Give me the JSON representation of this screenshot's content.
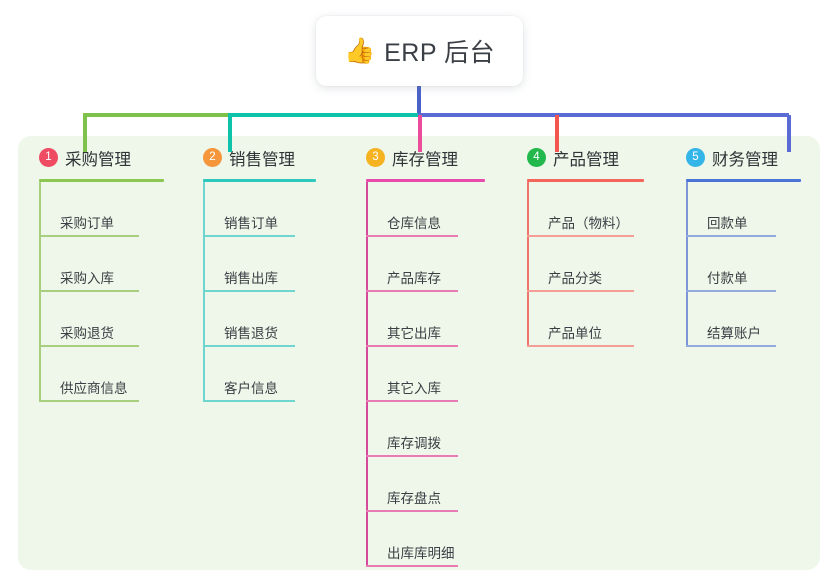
{
  "title_card": {
    "icon": "thumbs-up-icon",
    "icon_glyph": "👍",
    "text": "ERP 后台"
  },
  "palette": {
    "panel_bg": "#eef7e9",
    "card_bg": "#ffffff",
    "text": "#3a3f45",
    "stem_blue": "#4a62c8",
    "bus_green": "#7fc24b",
    "bus_teal": "#0fc3ab",
    "bus_blue": "#5b6bd6",
    "drop_1": "#7fc24b",
    "drop_2": "#0fc3ab",
    "drop_3": "#ec4c9b",
    "drop_4": "#f4564f",
    "drop_5": "#5b6bd6"
  },
  "connectors": {
    "stem": {
      "name": "title-stem",
      "color": "#4a62c8"
    },
    "bus": [
      {
        "name": "bus-segment-green",
        "color": "#7fc24b"
      },
      {
        "name": "bus-segment-teal",
        "color": "#0fc3ab"
      },
      {
        "name": "bus-segment-blue",
        "color": "#5b6bd6"
      }
    ],
    "drops": [
      {
        "name": "drop-purchasing",
        "color": "#7fc24b"
      },
      {
        "name": "drop-sales",
        "color": "#0fc3ab"
      },
      {
        "name": "drop-inventory",
        "color": "#ec4c9b"
      },
      {
        "name": "drop-product",
        "color": "#f4564f"
      },
      {
        "name": "drop-finance",
        "color": "#5b6bd6"
      }
    ]
  },
  "columns": [
    {
      "index": "1",
      "key": "purchasing",
      "title": "采购管理",
      "badge_color": "#ef4b63",
      "rule_color": "#8cc751",
      "leaf_color": "#a8cf7d",
      "spine_color": "#a8cf7d",
      "leaves": [
        {
          "label": "采购订单"
        },
        {
          "label": "采购入库"
        },
        {
          "label": "采购退货"
        },
        {
          "label": "供应商信息"
        }
      ]
    },
    {
      "index": "2",
      "key": "sales",
      "title": "销售管理",
      "badge_color": "#f5963c",
      "rule_color": "#2ec8bd",
      "leaf_color": "#6fd6cf",
      "spine_color": "#6fd6cf",
      "leaves": [
        {
          "label": "销售订单"
        },
        {
          "label": "销售出库"
        },
        {
          "label": "销售退货"
        },
        {
          "label": "客户信息"
        }
      ]
    },
    {
      "index": "3",
      "key": "inventory",
      "title": "库存管理",
      "badge_color": "#f6b321",
      "rule_color": "#e84bab",
      "leaf_color": "#e87ab4",
      "spine_color": "#d64a9e",
      "leaves": [
        {
          "label": "仓库信息"
        },
        {
          "label": "产品库存"
        },
        {
          "label": "其它出库"
        },
        {
          "label": "其它入库"
        },
        {
          "label": "库存调拨"
        },
        {
          "label": "库存盘点"
        },
        {
          "label": "出库库明细"
        }
      ]
    },
    {
      "index": "4",
      "key": "product",
      "title": "产品管理",
      "badge_color": "#22b84c",
      "rule_color": "#f4655c",
      "leaf_color": "#f59d96",
      "spine_color": "#f0736b",
      "leaves": [
        {
          "label": "产品（物料）"
        },
        {
          "label": "产品分类"
        },
        {
          "label": "产品单位"
        }
      ]
    },
    {
      "index": "5",
      "key": "finance",
      "title": "财务管理",
      "badge_color": "#33b5e8",
      "rule_color": "#4a73d6",
      "leaf_color": "#93aae0",
      "spine_color": "#7e96d8",
      "leaves": [
        {
          "label": "回款单"
        },
        {
          "label": "付款单"
        },
        {
          "label": "结算账户"
        }
      ]
    }
  ]
}
